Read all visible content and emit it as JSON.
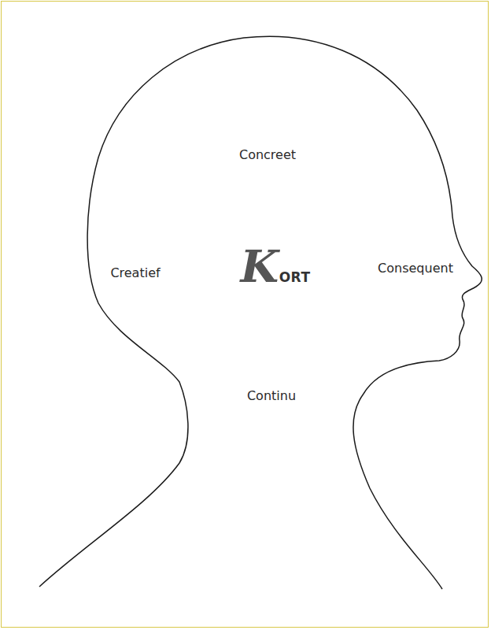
{
  "diagram": {
    "labels": [
      "Concreet",
      "Creatief",
      "KORT",
      "Consequent",
      "Continu"
    ]
  }
}
